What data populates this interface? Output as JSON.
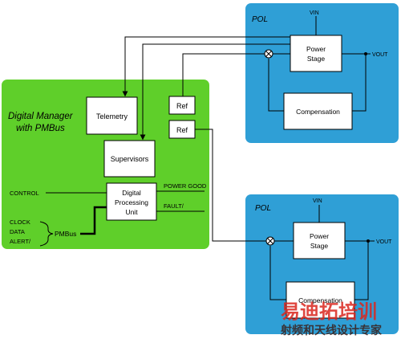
{
  "colors": {
    "digital_manager_fill": "#5fcf2a",
    "pol_fill": "#2f9fd6",
    "block_fill": "#ffffff",
    "line": "#000000",
    "watermark_red": "#d9271f",
    "watermark_dark": "#3a1f1a"
  },
  "digital_manager": {
    "title_line1": "Digital Manager",
    "title_line2": "with PMBus",
    "telemetry": "Telemetry",
    "ref_top": "Ref",
    "ref_bottom": "Ref",
    "supervisors": "Supervisors",
    "dpu_line1": "Digital",
    "dpu_line2": "Processing",
    "dpu_line3": "Unit",
    "control": "CONTROL",
    "power_good": "POWER GOOD",
    "fault": "FAULT/",
    "clock": "CLOCK",
    "data": "DATA",
    "alert": "ALERT/",
    "pmbus": "PMBus"
  },
  "pol_top": {
    "title": "POL",
    "vin": "VIN",
    "power_stage_line1": "Power",
    "power_stage_line2": "Stage",
    "compensation": "Compensation",
    "vout": "VOUT"
  },
  "pol_bottom": {
    "title": "POL",
    "vin": "VIN",
    "power_stage_line1": "Power",
    "power_stage_line2": "Stage",
    "compensation": "Compensation",
    "vout": "VOUT"
  },
  "watermark": {
    "line1": "易迪拓培训",
    "line2": "射频和天线设计专家"
  }
}
